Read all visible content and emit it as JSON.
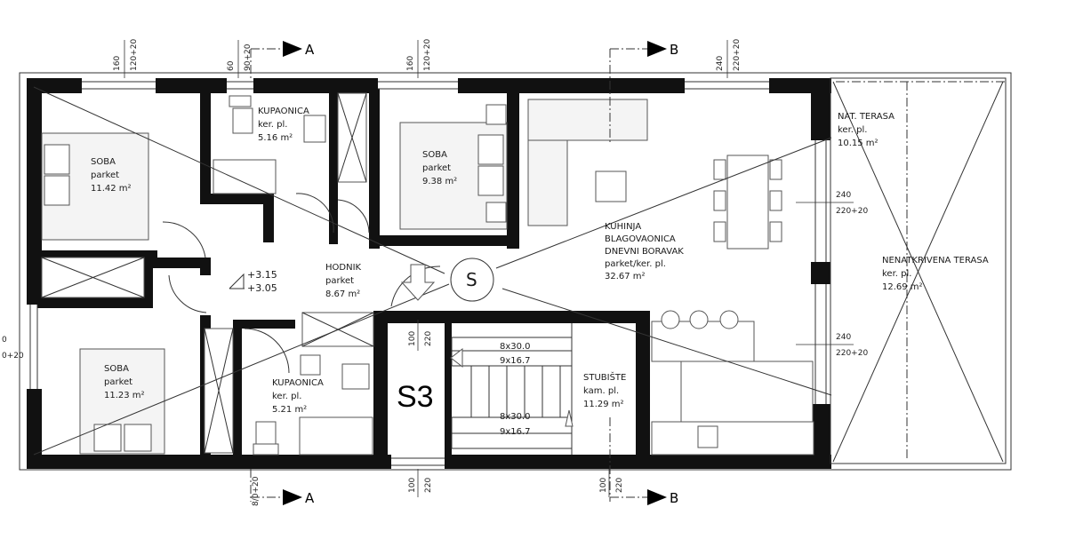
{
  "rooms": [
    {
      "id": "soba_1",
      "name": "SOBA",
      "floor": "parket",
      "area": "11.42 m²"
    },
    {
      "id": "kupaonica_1",
      "name": "KUPAONICA",
      "floor": "ker. pl.",
      "area": "5.16 m²"
    },
    {
      "id": "soba_2",
      "name": "SOBA",
      "floor": "parket",
      "area": "9.38 m²"
    },
    {
      "id": "kuhinja",
      "name": "KUHINJA",
      "name2": "BLAGOVAONICA",
      "name3": "DNEVNI BORAVAK",
      "floor": "parket/ker. pl.",
      "area": "32.67 m²"
    },
    {
      "id": "nat_terasa",
      "name": "NAT. TERASA",
      "floor": "ker. pl.",
      "area": "10.15 m²"
    },
    {
      "id": "nenatkrivena",
      "name": "NENATKRIVENA TERASA",
      "floor": "ker. pl.",
      "area": "12.69 m²"
    },
    {
      "id": "hodnik",
      "name": "HODNIK",
      "floor": "parket",
      "area": "8.67 m²"
    },
    {
      "id": "soba_3",
      "name": "SOBA",
      "floor": "parket",
      "area": "11.23 m²"
    },
    {
      "id": "kupaonica_2",
      "name": "KUPAONICA",
      "floor": "ker. pl.",
      "area": "5.21 m²"
    },
    {
      "id": "stubiste",
      "name": "STUBIŠTE",
      "floor": "kam. pl.",
      "area": "11.29 m²"
    }
  ],
  "levels": [
    "+3.15",
    "+3.05"
  ],
  "stair": {
    "id": "S3",
    "flight1_a": "8x30.0",
    "flight1_b": "9x16.7",
    "flight2_a": "8x30.0",
    "flight2_b": "9x16.7"
  },
  "symbol": "S",
  "sections": {
    "a": "A",
    "b": "B"
  },
  "dimensions": {
    "top_1a": "160",
    "top_1b": "120+20",
    "top_2a": "60",
    "top_2b": "90+20",
    "top_3a": "160",
    "top_3b": "120+20",
    "top_4a": "240",
    "top_4b": "220+20",
    "right_1a": "240",
    "right_1b": "220+20",
    "right_2a": "240",
    "right_2b": "220+20",
    "mid_a": "100",
    "mid_b": "220",
    "bottom_1a": "100",
    "bottom_1b": "220",
    "bottom_2a": "100",
    "bottom_2b": "220",
    "bottom_3": "8/0+20",
    "left_a": "0",
    "left_b": "0+20"
  }
}
